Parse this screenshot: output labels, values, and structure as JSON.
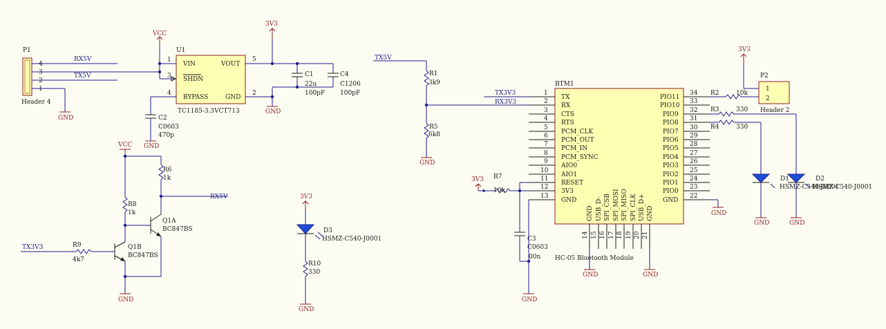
{
  "power": {
    "vcc": "VCC",
    "v3v3": "3V3",
    "gnd": "GND"
  },
  "nets": {
    "rx5v": "RX5V",
    "tx5v": "TX5V",
    "tx3v3": "TX3V3",
    "rx3v3": "RX3V3"
  },
  "p1": {
    "ref": "P1",
    "name": "Header 4",
    "pins": [
      "4",
      "3",
      "2",
      "1"
    ]
  },
  "p2": {
    "ref": "P2",
    "name": "Header 2",
    "pins": [
      "1",
      "2"
    ]
  },
  "u1": {
    "ref": "U1",
    "part": "TC1185-3.3VCT713",
    "pin_vin": "VIN",
    "pin_shdn": "SHDN",
    "pin_bypass": "BYPASS",
    "pin_vout": "VOUT",
    "pin_gnd": "GND",
    "pinnum": [
      "1",
      "3",
      "4",
      "5",
      "2"
    ]
  },
  "c1": {
    "ref": "C1",
    "value": "22u"
  },
  "c1b": {
    "value": "100pF"
  },
  "c4": {
    "ref": "C4",
    "value": "C1206"
  },
  "c4b": {
    "value": "100pF"
  },
  "c2": {
    "ref": "C2",
    "pkg": "C0603",
    "value": "470p"
  },
  "c3": {
    "ref": "C3",
    "pkg": "C0603",
    "value": "00n"
  },
  "r1": {
    "ref": "R1",
    "value": "3k9"
  },
  "r5": {
    "ref": "R5",
    "value": "6k8"
  },
  "r6": {
    "ref": "R6",
    "value": "1k"
  },
  "r8": {
    "ref": "R8",
    "value": "1k"
  },
  "r9": {
    "ref": "R9",
    "value": "4k7"
  },
  "r7": {
    "ref": "R7",
    "value": "10k"
  },
  "r10": {
    "ref": "R10",
    "value": "330"
  },
  "r2": {
    "ref": "R2",
    "value": "10k"
  },
  "r3": {
    "ref": "R3",
    "value": "330"
  },
  "r4": {
    "ref": "R4",
    "value": "330"
  },
  "q1a": {
    "ref": "Q1A",
    "part": "BC847BS"
  },
  "q1b": {
    "ref": "Q1B",
    "part": "BC847BS"
  },
  "d1": {
    "ref": "D1",
    "part": "HSMZ-C540-J0001"
  },
  "d2": {
    "ref": "D2",
    "part": "HSMZ-C540-J0001"
  },
  "d3": {
    "ref": "D3",
    "part": "HSMZ-C540-J0001"
  },
  "btm1": {
    "ref": "BTM1",
    "name": "HC-05 Bluetooth Module",
    "left": [
      {
        "num": "1",
        "name": "TX"
      },
      {
        "num": "2",
        "name": "RX"
      },
      {
        "num": "3",
        "name": "CTS"
      },
      {
        "num": "4",
        "name": "RTS"
      },
      {
        "num": "5",
        "name": "PCM_CLK"
      },
      {
        "num": "6",
        "name": "PCM_OUT"
      },
      {
        "num": "7",
        "name": "PCM_IN"
      },
      {
        "num": "8",
        "name": "PCM_SYNC"
      },
      {
        "num": "9",
        "name": "AIO0"
      },
      {
        "num": "10",
        "name": "AIO1"
      },
      {
        "num": "11",
        "name": "RESET"
      },
      {
        "num": "12",
        "name": "3V3"
      },
      {
        "num": "13",
        "name": "GND"
      }
    ],
    "right": [
      {
        "num": "34",
        "name": "PIO11"
      },
      {
        "num": "33",
        "name": "PIO10"
      },
      {
        "num": "32",
        "name": "PIO9"
      },
      {
        "num": "31",
        "name": "PIO8"
      },
      {
        "num": "30",
        "name": "PIO7"
      },
      {
        "num": "29",
        "name": "PIO6"
      },
      {
        "num": "28",
        "name": "PIO5"
      },
      {
        "num": "27",
        "name": "PIO4"
      },
      {
        "num": "26",
        "name": "PIO3"
      },
      {
        "num": "25",
        "name": "PIO2"
      },
      {
        "num": "24",
        "name": "PIO1"
      },
      {
        "num": "23",
        "name": "PIO0"
      },
      {
        "num": "22",
        "name": "GND"
      }
    ],
    "bottom": [
      {
        "num": "14",
        "name": "GND"
      },
      {
        "num": "15",
        "name": "USB_D-"
      },
      {
        "num": "16",
        "name": "SPI_CSB"
      },
      {
        "num": "17",
        "name": "SPI_MOSI"
      },
      {
        "num": "18",
        "name": "SPI_MISO"
      },
      {
        "num": "19",
        "name": "SPI_CLK"
      },
      {
        "num": "20",
        "name": "USB_D+"
      },
      {
        "num": "21",
        "name": "GND"
      }
    ]
  }
}
